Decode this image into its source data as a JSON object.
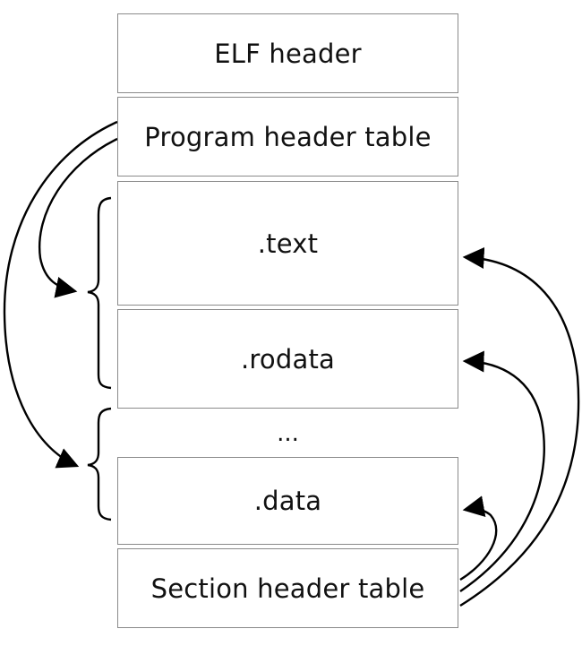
{
  "blocks": {
    "elf_header": "ELF header",
    "program_header_table": "Program header table",
    "text": ".text",
    "rodata": ".rodata",
    "ellipsis": "...",
    "data": ".data",
    "section_header_table": "Section header table"
  },
  "colors": {
    "block_border": "#8a8a8a",
    "arrow": "#000000",
    "text": "#111111"
  }
}
